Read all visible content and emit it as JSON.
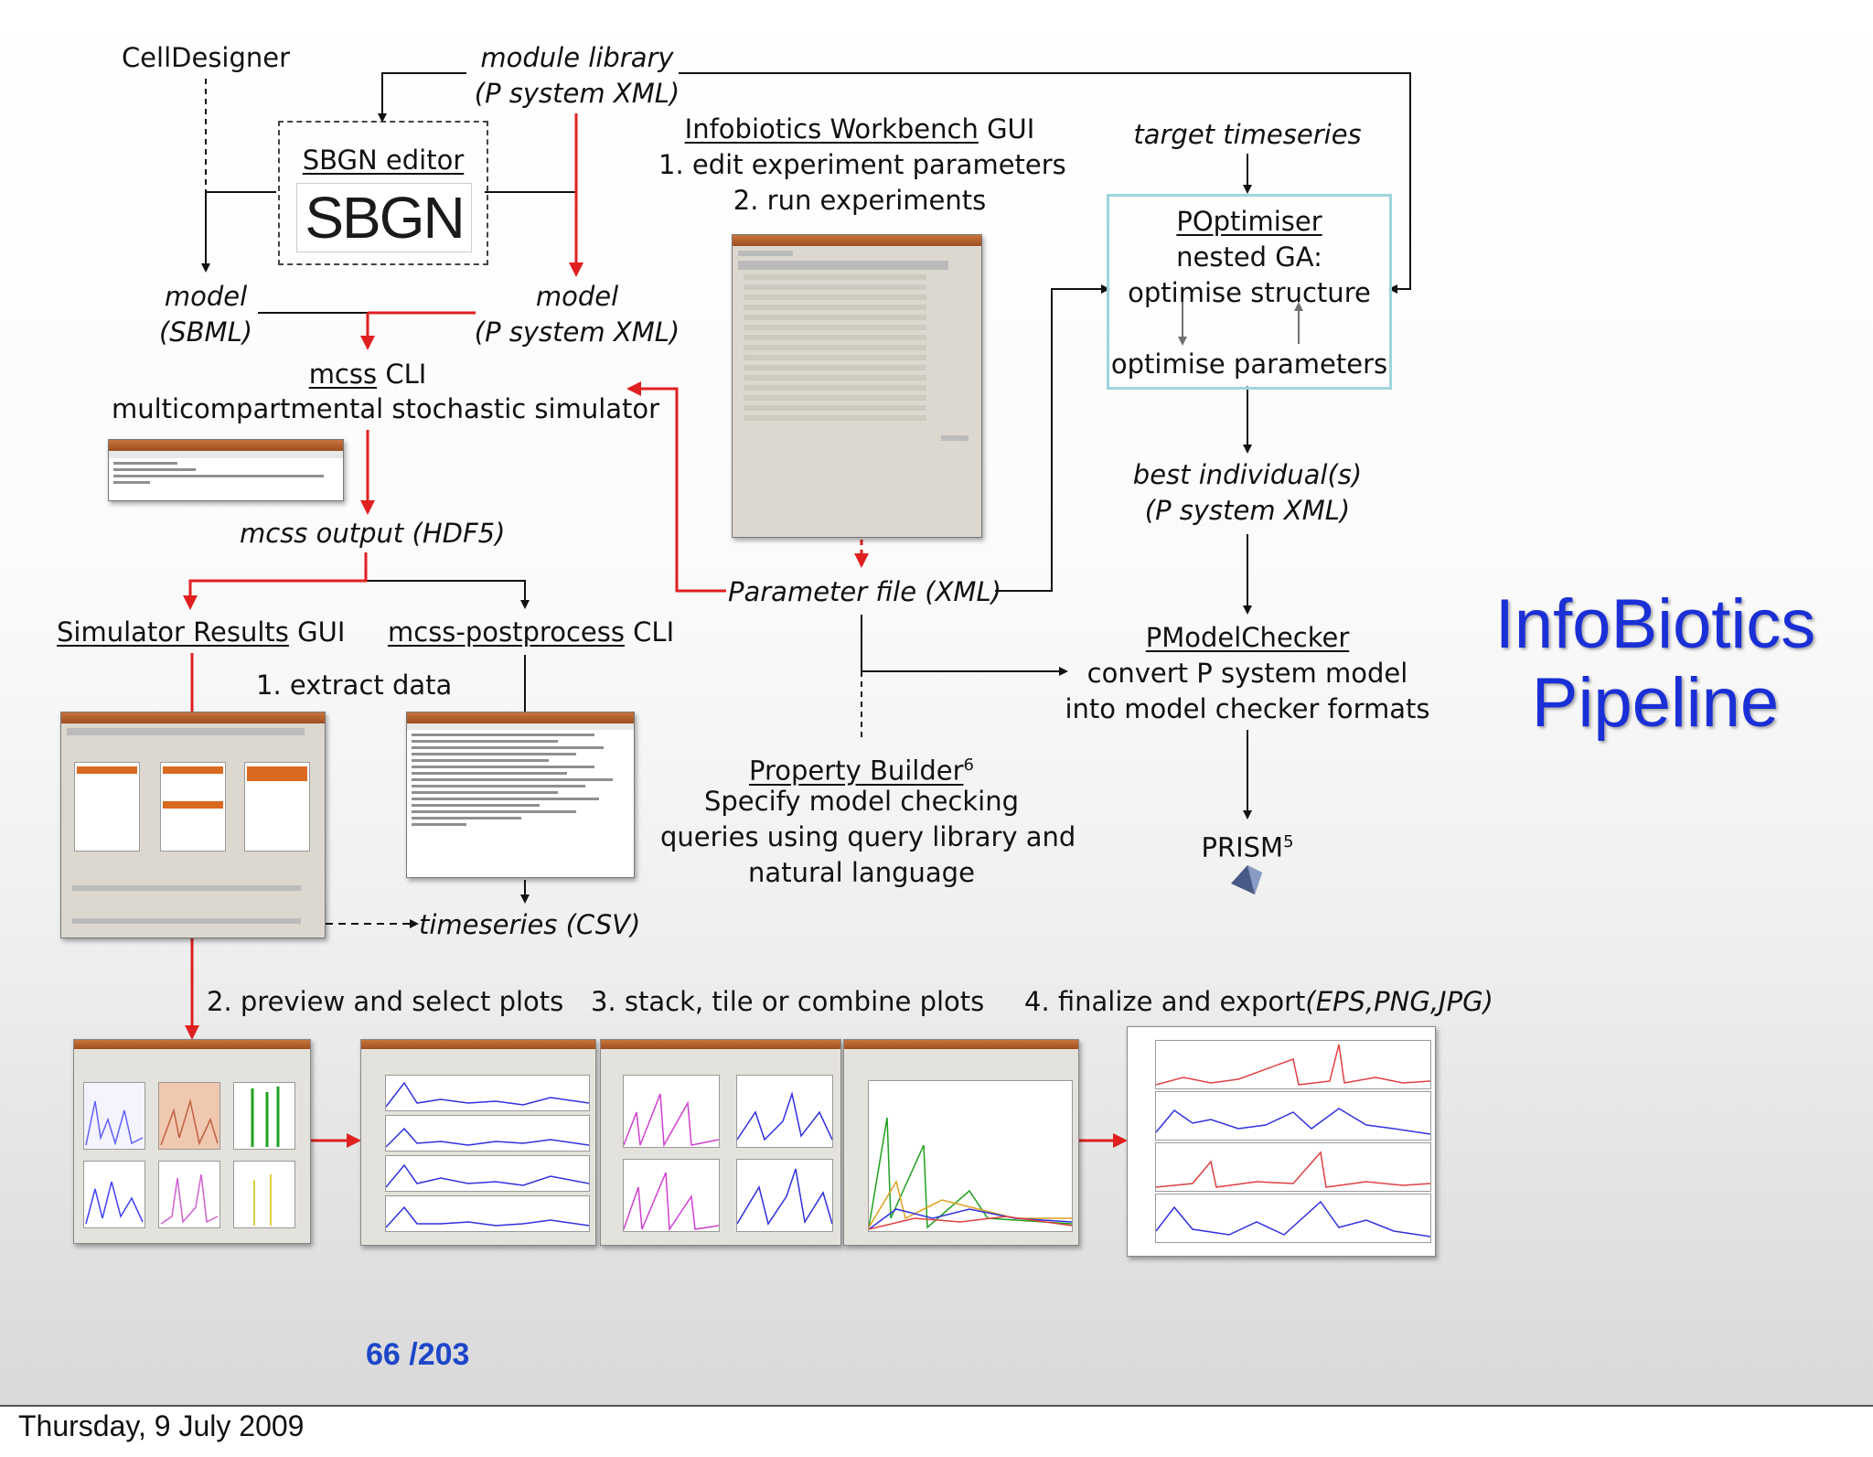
{
  "nodes": {
    "celldesigner": "CellDesigner",
    "module_library_1": "module library",
    "module_library_2": "(P system XML)",
    "sbgn_editor": "SBGN editor",
    "sbgn_logo": "SBGN",
    "model_sbml_1": "model",
    "model_sbml_2": "(SBML)",
    "model_psys_1": "model",
    "model_psys_2": "(P system XML)",
    "mcss_cli_name": "mcss",
    "mcss_cli_suffix": "CLI",
    "mcss_desc": "multicompartmental stochastic simulator",
    "mcss_output": "mcss output (HDF5)",
    "workbench_name": "Infobiotics Workbench",
    "workbench_suffix": "GUI",
    "workbench_step1": "1. edit experiment parameters",
    "workbench_step2": "2. run experiments",
    "parameter_file": "Parameter file (XML)",
    "target_timeseries": "target timeseries",
    "poptimiser": "POptimiser",
    "nested_ga": "nested GA:",
    "optimise_structure": "optimise structure",
    "optimise_parameters": "optimise parameters",
    "best_individual_1": "best individual(s)",
    "best_individual_2": "(P system XML)",
    "pmodelchecker": "PModelChecker",
    "pmc_desc_1": "convert P system model",
    "pmc_desc_2": "into model checker formats",
    "prism": "PRISM",
    "prism_sup": "5",
    "property_builder": "Property Builder",
    "property_builder_sup": "6",
    "pb_desc_1": "Specify model checking",
    "pb_desc_2": "queries using query library and",
    "pb_desc_3": "natural language",
    "simulator_results": "Simulator Results",
    "simulator_results_suffix": "GUI",
    "postprocess": "mcss-postprocess",
    "postprocess_suffix": "CLI",
    "extract_data": "1. extract data",
    "timeseries_csv": "timeseries (CSV)",
    "step_preview": "2. preview and select plots",
    "step_stack": "3. stack, tile or combine plots",
    "step_finalize": "4. finalize and export",
    "step_finalize_formats": "(EPS,PNG,JPG)"
  },
  "title_line1": "InfoBiotics",
  "title_line2": "Pipeline",
  "page_current": "66",
  "page_total": "/203",
  "footer_date": "Thursday, 9 July 2009",
  "colors": {
    "title": "#1a2fd6",
    "page_number": "#1e46c8",
    "red_arrow": "#e02020",
    "black_arrow": "#111111",
    "poptimiser_border": "#9fd4dc"
  }
}
